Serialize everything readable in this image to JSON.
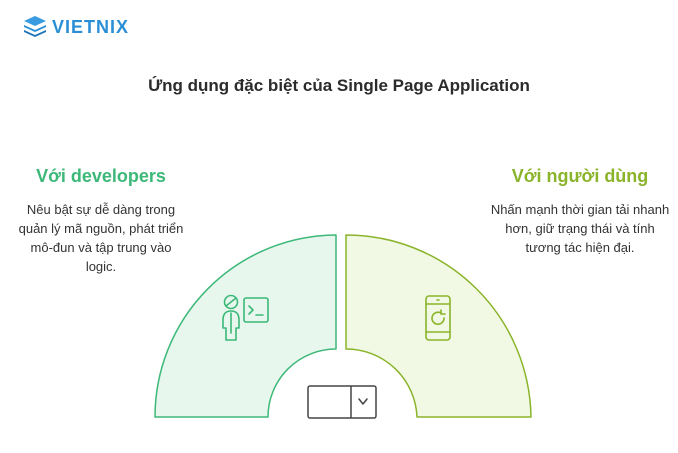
{
  "brand": {
    "name": "VIETNIX",
    "color": "#2b8fd6"
  },
  "title": "Ứng dụng đặc biệt của Single Page Application",
  "left": {
    "heading": "Với developers",
    "text": "Nêu bật sự dễ dàng trong quản lý mã nguồn, phát triển mô-đun và tập trung vào logic.",
    "color": "#3cb878",
    "fill": "#e8f7ee",
    "icon": "developer-terminal-icon"
  },
  "right": {
    "heading": "Với người dùng",
    "text": "Nhấn mạnh thời gian tải nhanh hơn, giữ trạng thái và tính tương tác hiện đại.",
    "color": "#8ab42a",
    "fill": "#f1f8e3",
    "icon": "smartphone-refresh-icon"
  },
  "center": {
    "icon": "dropdown-chevron-icon"
  }
}
